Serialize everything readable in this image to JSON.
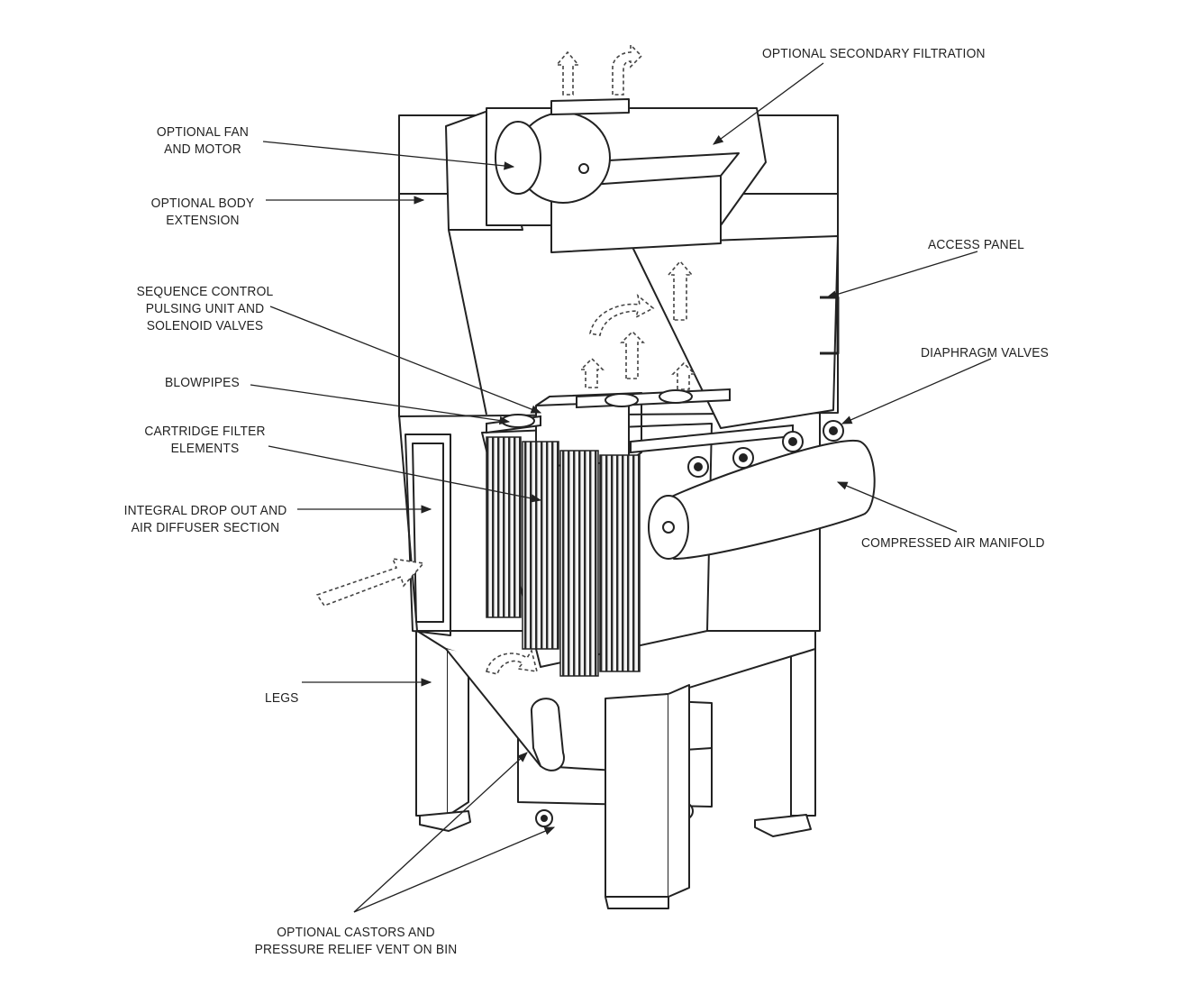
{
  "labels": {
    "secondary_filtration": "OPTIONAL SECONDARY FILTRATION",
    "fan_motor": [
      "OPTIONAL FAN",
      "AND MOTOR"
    ],
    "body_extension": [
      "OPTIONAL BODY",
      "EXTENSION"
    ],
    "access_panel": "ACCESS PANEL",
    "sequence_control": [
      "SEQUENCE CONTROL",
      "PULSING UNIT AND",
      "SOLENOID VALVES"
    ],
    "diaphragm_valves": "DIAPHRAGM VALVES",
    "blowpipes": "BLOWPIPES",
    "cartridge_filter": [
      "CARTRIDGE FILTER",
      "ELEMENTS"
    ],
    "drop_out": [
      "INTEGRAL DROP OUT AND",
      "AIR DIFFUSER SECTION"
    ],
    "compressed_air_manifold": "COMPRESSED AIR MANIFOLD",
    "legs": "LEGS",
    "castors": [
      "OPTIONAL CASTORS AND",
      "PRESSURE RELIEF VENT ON BIN"
    ]
  }
}
